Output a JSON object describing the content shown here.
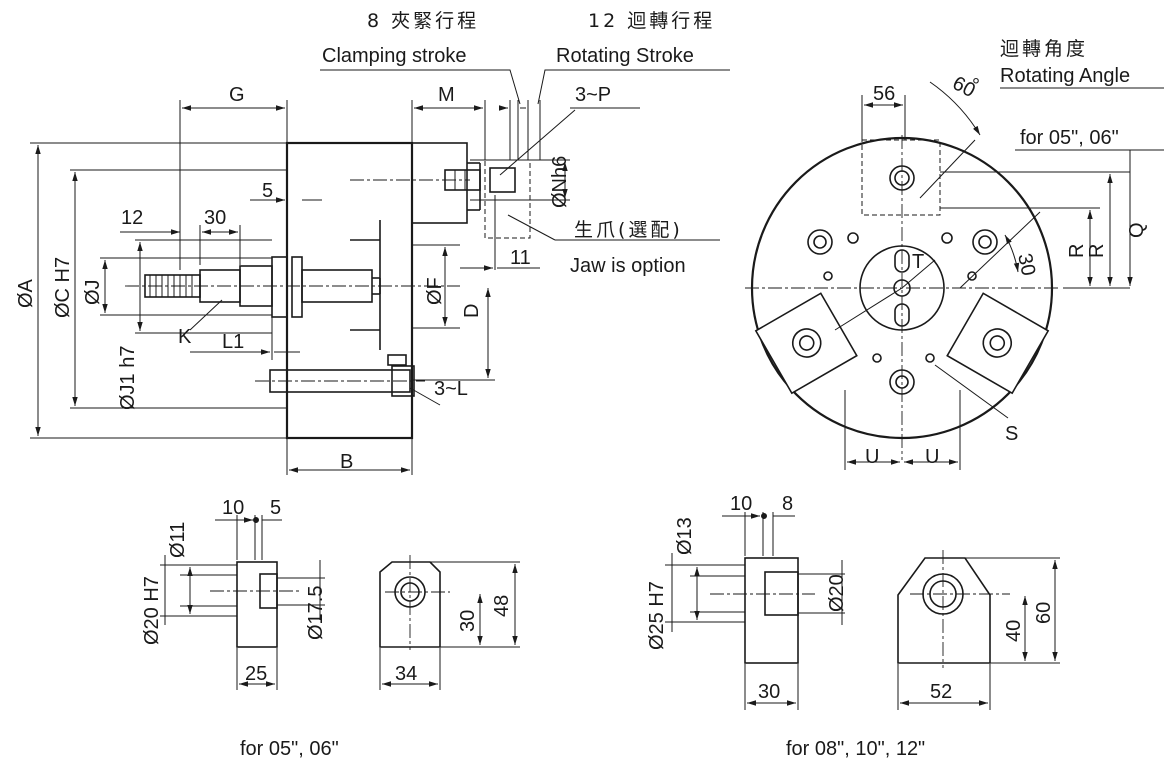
{
  "labels": {
    "clamp_cn": "8 夾緊行程",
    "clamp_en": "Clamping stroke",
    "rot_cn": "12 迴轉行程",
    "rot_en": "Rotating Stroke",
    "angle_cn": "迴轉角度",
    "angle_en": "Rotating Angle",
    "jaw_cn": "生爪(選配)",
    "jaw_en": "Jaw is option",
    "for_small_note": "for 05\", 06\"",
    "G": "G",
    "M": "M",
    "P": "3~P",
    "N": "ØNh6",
    "five": "5",
    "twelve": "12",
    "thirty": "30",
    "eleven": "11",
    "A": "ØA",
    "C": "ØC  H7",
    "J": "ØJ",
    "J1": "ØJ1  h7",
    "K": "K",
    "L1": "L1",
    "F": "ØF",
    "D": "D",
    "L": "3~L",
    "B": "B",
    "a56": "56",
    "a60": "60",
    "deg": "°",
    "a30": "30",
    "T": "T",
    "R1": "R",
    "R2": "R",
    "Q": "Q",
    "S": "S",
    "U1": "U",
    "U2": "U"
  },
  "jaw_small": {
    "d10": "10",
    "d5": "5",
    "d11": "Ø11",
    "d20": "Ø20  H7",
    "d175": "Ø17.5",
    "d25": "25",
    "d30": "30",
    "d48": "48",
    "d34": "34",
    "caption": "for 05\", 06\""
  },
  "jaw_large": {
    "d10": "10",
    "d8": "8",
    "d13": "Ø13",
    "d25": "Ø25  H7",
    "d20": "Ø20",
    "d30": "30",
    "d40": "40",
    "d60": "60",
    "d52": "52",
    "caption": "for 08\", 10\", 12\""
  }
}
